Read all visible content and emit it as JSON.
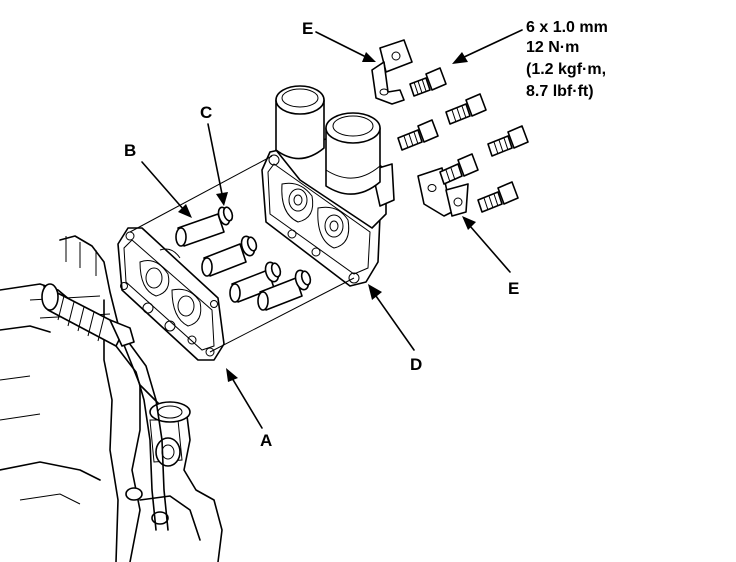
{
  "callouts": {
    "a": "A",
    "b": "B",
    "c": "C",
    "d": "D",
    "e_top": "E",
    "e_right": "E"
  },
  "spec": {
    "line1": "6 x 1.0 mm",
    "line2": "12 N·m",
    "line3": "(1.2 kgf·m,",
    "line4": "8.7 lbf·ft)"
  }
}
